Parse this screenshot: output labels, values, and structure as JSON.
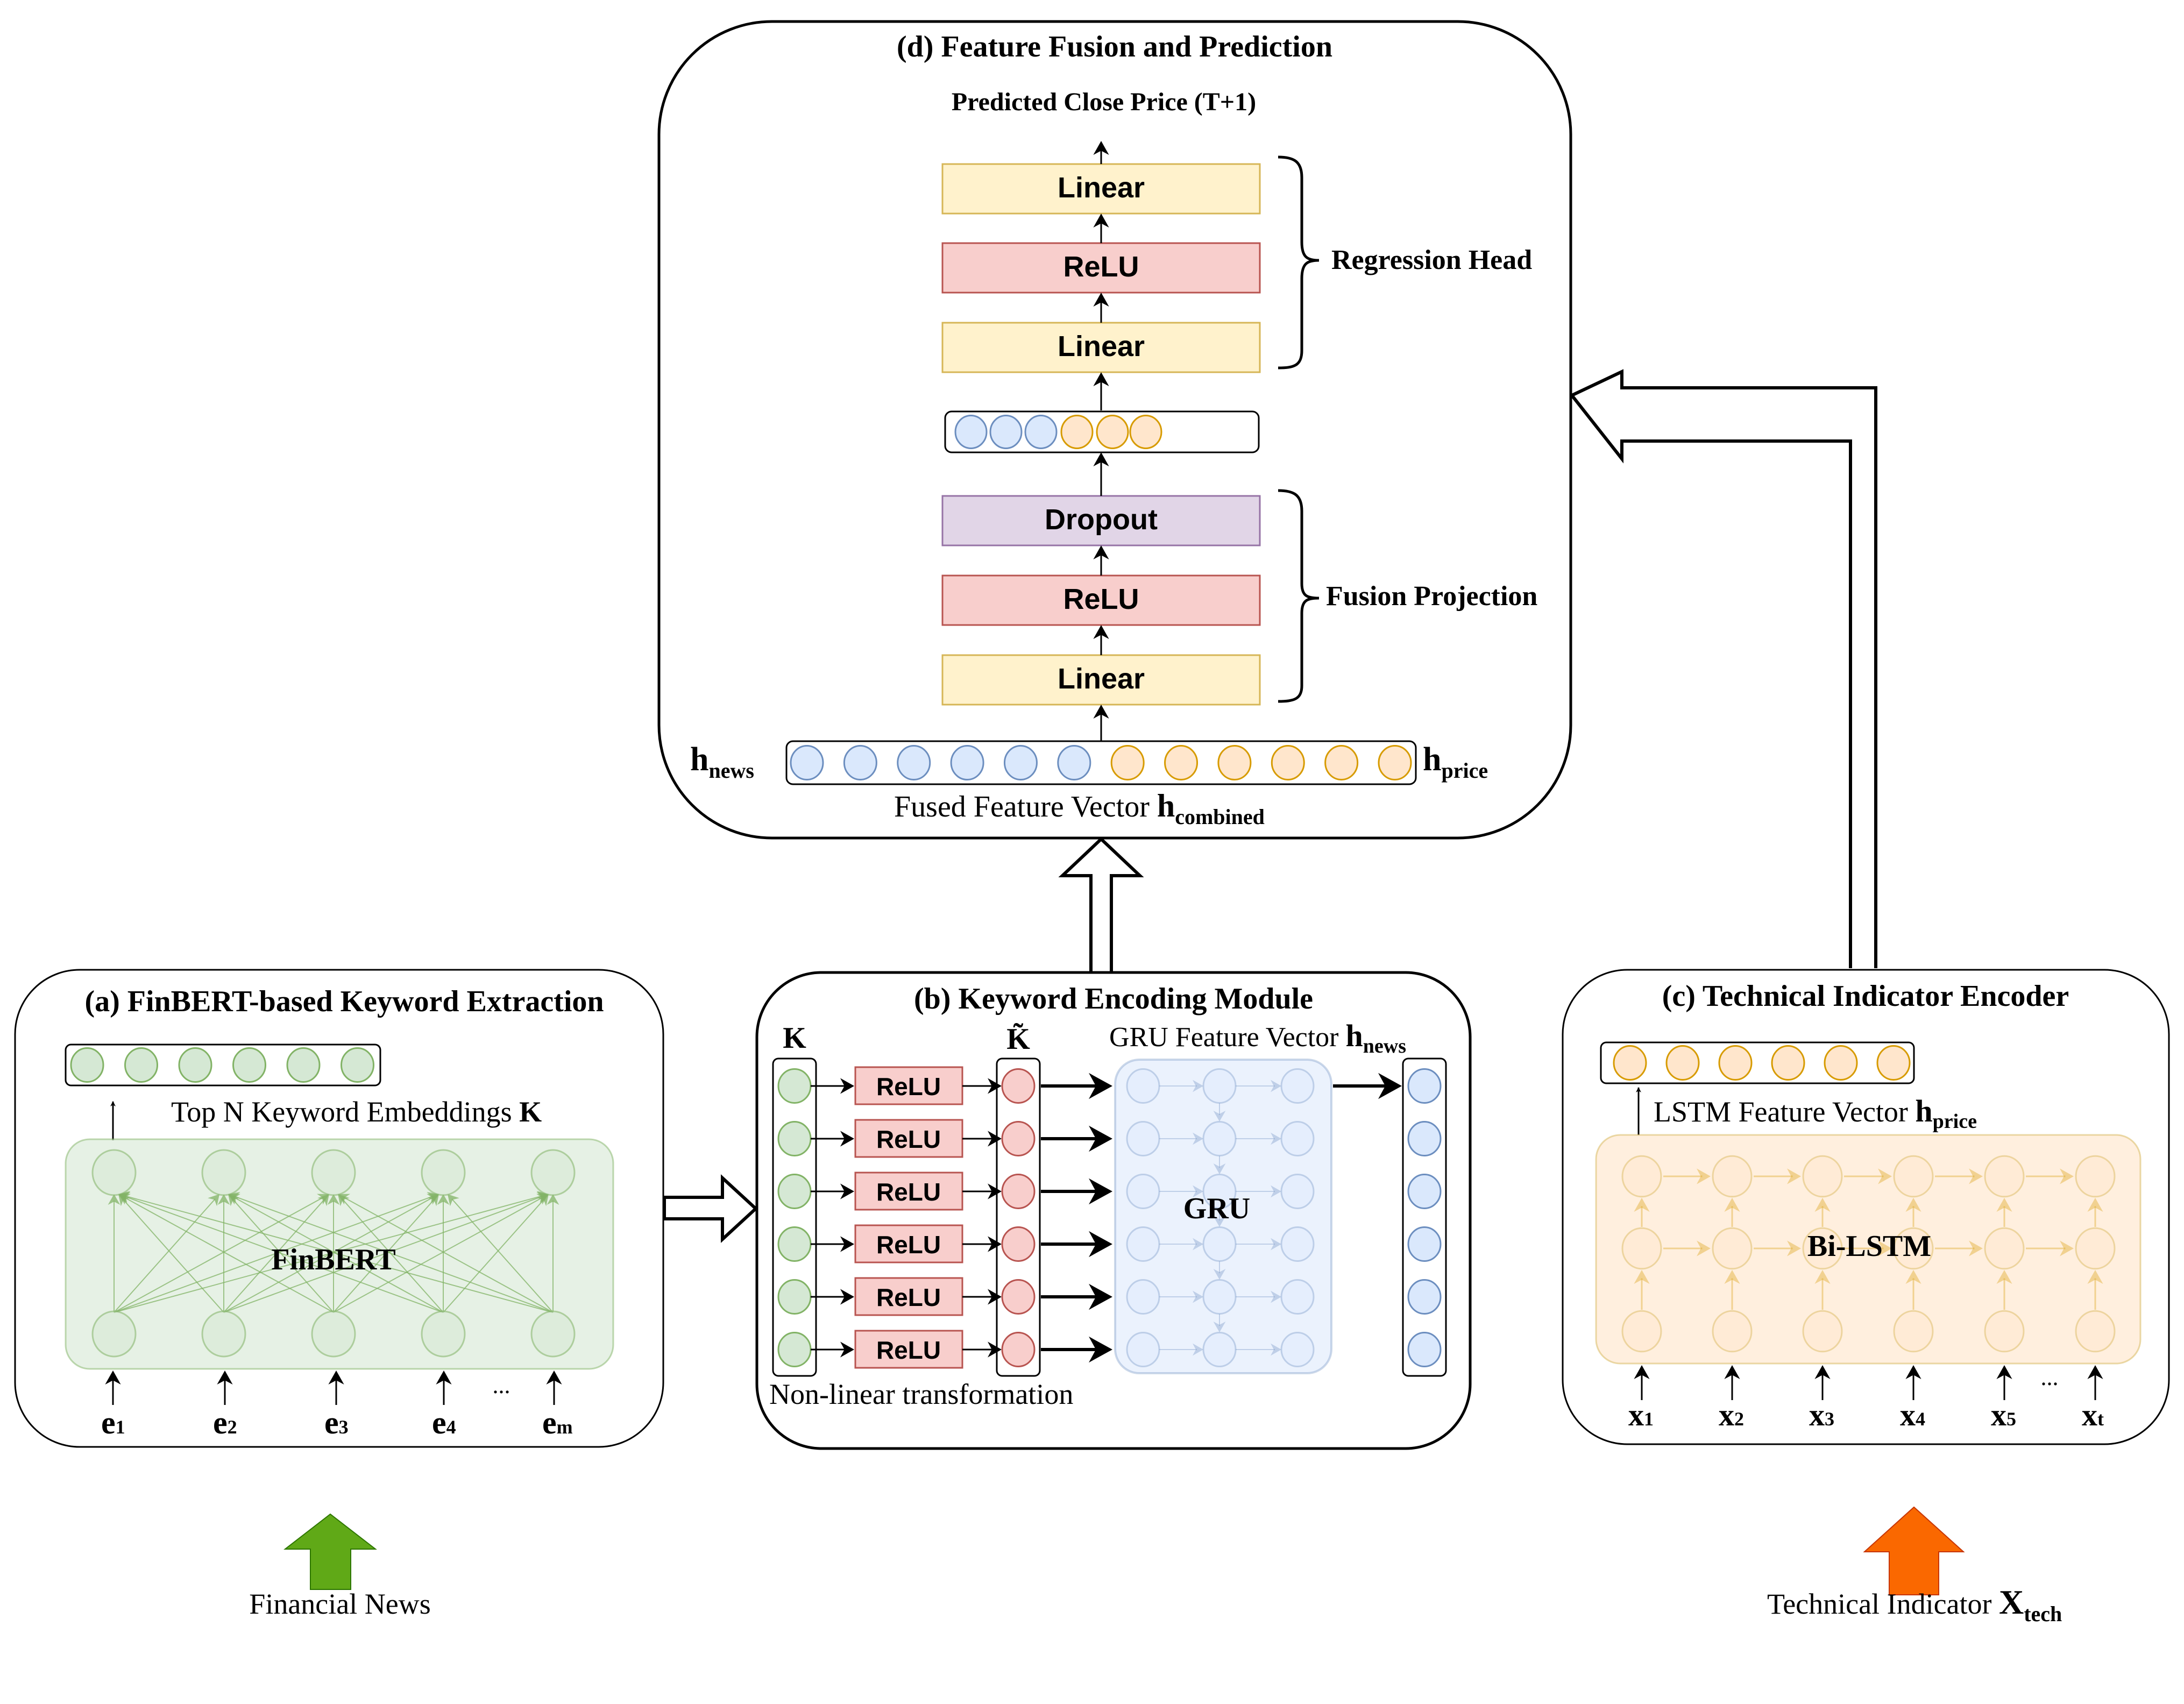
{
  "colors": {
    "yellow_fill": "#fff2cc",
    "yellow_stroke": "#d6b656",
    "red_fill": "#f8cecc",
    "red_stroke": "#b85450",
    "purple_fill": "#e1d5e7",
    "purple_stroke": "#9673a6",
    "blue_fill": "#dae8fc",
    "blue_stroke": "#6c8ebf",
    "orange_fill": "#ffe6cc",
    "orange_stroke": "#d79b00",
    "green_fill": "#d5e8d4",
    "green_stroke": "#82b366",
    "news_arrow": "#60a917",
    "tech_arrow": "#fa6800"
  },
  "panel_d": {
    "title": "(d) Feature Fusion and Prediction",
    "output_label": "Predicted Close Price (T+1)",
    "regression_head": {
      "label": "Regression Head",
      "layers": [
        {
          "label": "Linear",
          "kind": "linear"
        },
        {
          "label": "ReLU",
          "kind": "relu"
        },
        {
          "label": "Linear",
          "kind": "linear"
        }
      ]
    },
    "intermediate_vector": {
      "news_units": 3,
      "price_units": 3
    },
    "fusion_projection": {
      "label": "Fusion Projection",
      "layers": [
        {
          "label": "Dropout",
          "kind": "dropout"
        },
        {
          "label": "ReLU",
          "kind": "relu"
        },
        {
          "label": "Linear",
          "kind": "linear"
        }
      ]
    },
    "fused_vector": {
      "news_units": 6,
      "price_units": 6,
      "left_label_main": "h",
      "left_label_sub": "news",
      "right_label_main": "h",
      "right_label_sub": "price",
      "caption_text": "Fused Feature Vector ",
      "caption_main": "h",
      "caption_sub": "combined"
    }
  },
  "panel_a": {
    "title": "(a) FinBERT-based Keyword Extraction",
    "output_units": 6,
    "output_caption": "Top N Keyword Embeddings ",
    "output_symbol": "K",
    "model_label": "FinBERT",
    "nodes_per_layer": 5,
    "inputs": [
      {
        "main": "e",
        "sub": "1"
      },
      {
        "main": "e",
        "sub": "2"
      },
      {
        "main": "e",
        "sub": "3"
      },
      {
        "main": "e",
        "sub": "4"
      },
      {
        "main": "e",
        "sub": "m"
      }
    ],
    "ellipsis": "..."
  },
  "panel_b": {
    "title": "(b) Keyword Encoding Module",
    "k_label": "K",
    "k_tilde_label": "K̃",
    "rows": 6,
    "relu_label": "ReLU",
    "gru_label": "GRU",
    "gru_caption_text": "GRU Feature Vector ",
    "gru_caption_main": "h",
    "gru_caption_sub": "news",
    "bottom_caption": "Non-linear transformation"
  },
  "panel_c": {
    "title": "(c) Technical Indicator Encoder",
    "output_units": 6,
    "output_caption_text": "LSTM Feature Vector ",
    "output_caption_main": "h",
    "output_caption_sub": "price",
    "model_label": "Bi-LSTM",
    "inputs": [
      {
        "main": "x",
        "sub": "1"
      },
      {
        "main": "x",
        "sub": "2"
      },
      {
        "main": "x",
        "sub": "3"
      },
      {
        "main": "x",
        "sub": "4"
      },
      {
        "main": "x",
        "sub": "5"
      },
      {
        "main": "x",
        "sub": "t"
      }
    ],
    "ellipsis": "..."
  },
  "sources": {
    "news_label": "Financial News",
    "tech_label_text": "Technical Indicator ",
    "tech_label_main": "X",
    "tech_label_sub": "tech"
  }
}
